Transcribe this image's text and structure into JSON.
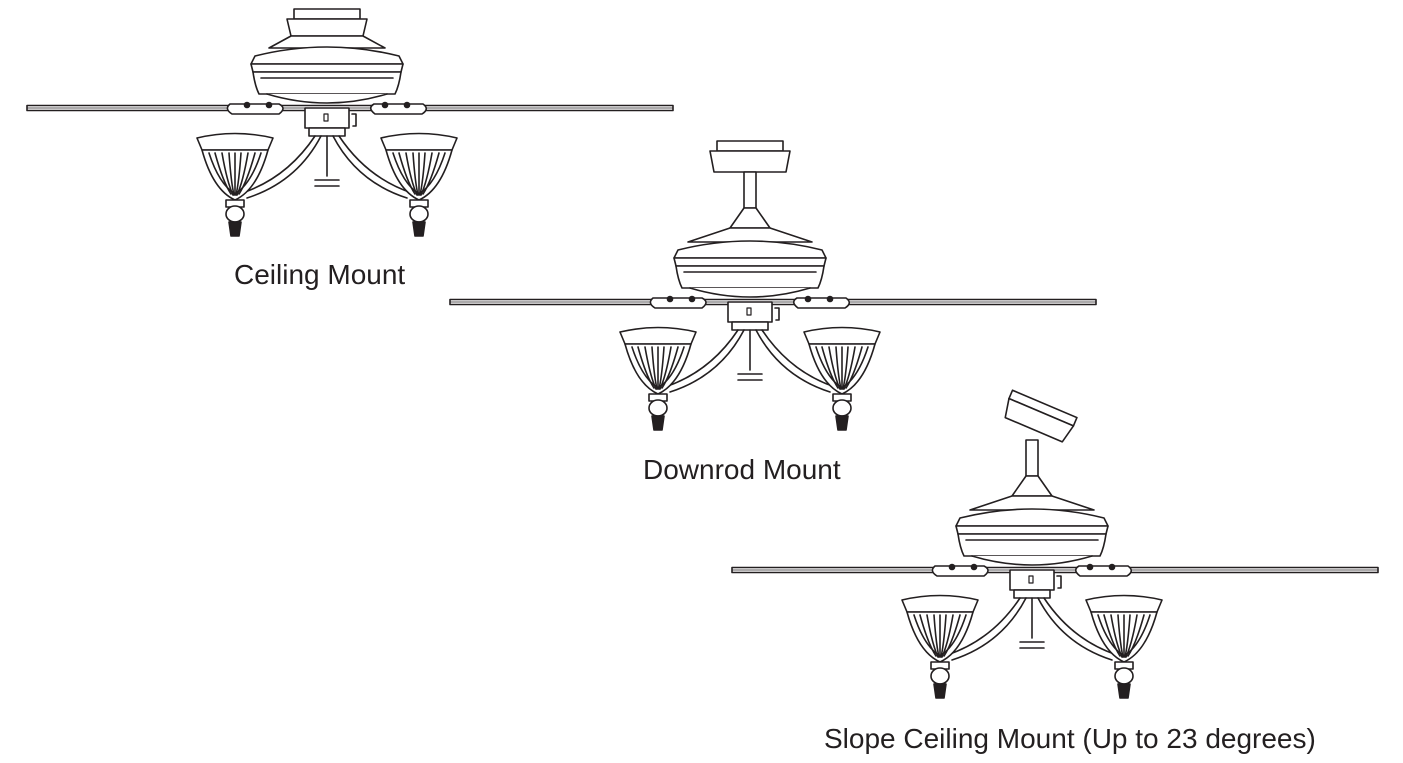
{
  "diagram": {
    "mounts": [
      {
        "id": "ceiling",
        "caption": "Ceiling Mount"
      },
      {
        "id": "downrod",
        "caption": "Downrod Mount"
      },
      {
        "id": "slope",
        "caption": "Slope Ceiling Mount (Up to 23 degrees)"
      }
    ],
    "colors": {
      "stroke": "#231f20",
      "background": "#ffffff"
    }
  }
}
